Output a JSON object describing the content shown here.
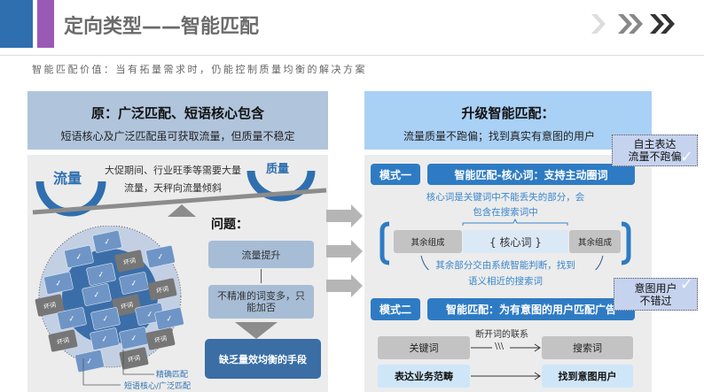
{
  "header": {
    "title": "定向类型——智能匹配",
    "subtitle": "智能匹配价值：当有拓量需求时，仍能控制质量均衡的解决方案",
    "chevrons": [
      "chevron-1",
      "chevron-2",
      "chevron-3"
    ]
  },
  "left": {
    "title": "原：广泛匹配、短语核心包含",
    "subtitle": "短语核心及广泛匹配虽可获取流量，但质量不稳定",
    "scale": {
      "left_label": "流量",
      "right_label": "质量",
      "text_line1": "大促期间、行业旺季等需要大量",
      "text_line2": "流量，天秤向流量倾斜"
    },
    "diagram": {
      "bad_word": "坏词",
      "good_mark": "✓",
      "label_exact": "精确匹配",
      "label_broad": "短语核心/广泛匹配"
    },
    "problem": {
      "heading": "问题：",
      "step1": "流量提升",
      "step2": "不精准的词变多，只能加否",
      "result": "缺乏量效均衡的手段"
    }
  },
  "right": {
    "title": "升级智能匹配：",
    "subtitle": "流量质量不跑偏；找到真实有意图的用户",
    "callout1": {
      "line1": "自主表达",
      "line2": "流量不跑偏",
      "check": "✓"
    },
    "callout2": {
      "line1": "意图用户",
      "line2": "不错过",
      "check": "✓"
    },
    "mode1": {
      "tag": "模式一",
      "title": "智能匹配-核心词：支持主动圈词",
      "desc1": "核心词是关键词中不能丢失的部分，会",
      "desc2": "包含在搜索词中",
      "rest_left": "其余组成",
      "core": "{ 核心词 }",
      "rest_right": "其余组成",
      "desc3": "其余部分交由系统智能判断，找到",
      "desc4": "语义相近的搜索词"
    },
    "mode2": {
      "tag": "模式二",
      "title": "智能匹配：为有意图的用户匹配广告",
      "break_label": "断开词的联系",
      "keyword": "关键词",
      "search_term": "搜索词",
      "break_mark": "\\\\\\",
      "scope": "表达业务范畴",
      "find_user": "找到意图用户"
    }
  },
  "colors": {
    "blue": "#2e7bc4",
    "purple": "#9b59b6",
    "dark_blue": "#3a6ea5"
  }
}
